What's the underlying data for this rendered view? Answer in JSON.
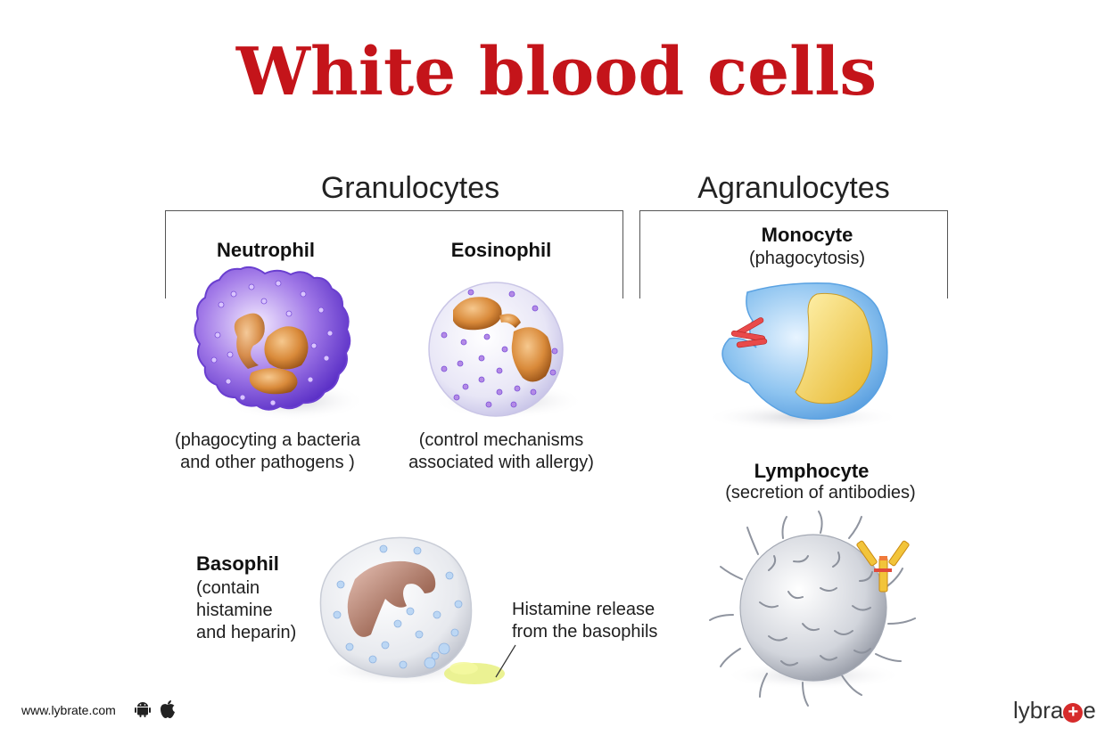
{
  "title": "White blood cells",
  "groups": {
    "granulocytes": "Granulocytes",
    "agranulocytes": "Agranulocytes"
  },
  "cells": {
    "neutrophil": {
      "name": "Neutrophil",
      "desc_lines": [
        "(phagocyting a bacteria",
        "and other pathogens )"
      ]
    },
    "eosinophil": {
      "name": "Eosinophil",
      "desc_lines": [
        "(control mechanisms",
        "associated with allergy)"
      ]
    },
    "basophil": {
      "name": "Basophil",
      "desc_lines": [
        "(contain",
        "histamine",
        "and heparin)"
      ]
    },
    "monocyte": {
      "name": "Monocyte",
      "desc": "(phagocytosis)"
    },
    "lymphocyte": {
      "name": "Lymphocyte",
      "desc": "(secretion of antibodies)"
    }
  },
  "annotation": {
    "lines": [
      "Histamine release",
      "from the basophils"
    ]
  },
  "footer": {
    "url": "www.lybrate.com",
    "logo_pre": "lybra",
    "logo_post": "e"
  },
  "icons": [
    "android-icon",
    "apple-icon",
    "plus-icon"
  ],
  "colors": {
    "title": "#c4141a",
    "neutrophil": "#8a5ae0",
    "monocyte": "#6fb0ea",
    "nucleus": "#d98a3a",
    "logo_plus": "#d62b2b"
  }
}
